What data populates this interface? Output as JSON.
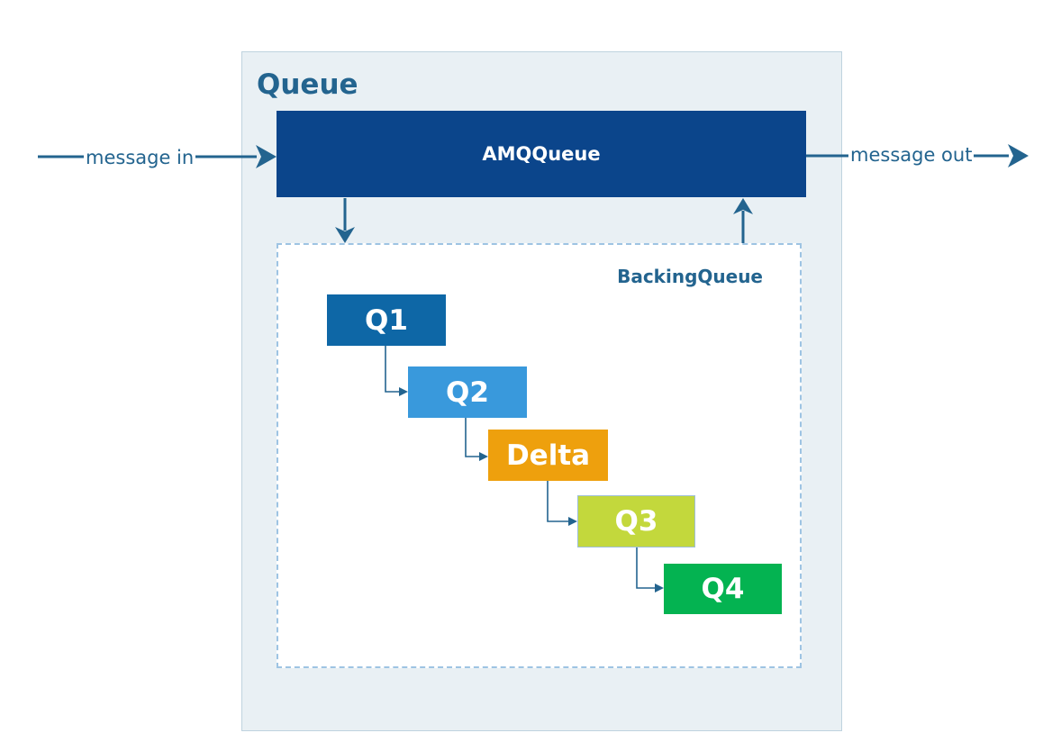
{
  "queue": {
    "title": "Queue"
  },
  "amq_queue": {
    "label": "AMQQueue"
  },
  "backing_queue": {
    "label": "BackingQueue"
  },
  "edges": {
    "message_in": "message in",
    "message_out": "message out"
  },
  "nodes": [
    {
      "label": "Q1"
    },
    {
      "label": "Q2"
    },
    {
      "label": "Delta"
    },
    {
      "label": "Q3"
    },
    {
      "label": "Q4"
    }
  ],
  "colors": {
    "accent": "#23648f",
    "amq_queue": "#0b458b",
    "q1": "#0e67a6",
    "q2": "#3999dc",
    "delta": "#eea00d",
    "q3": "#c3d83c",
    "q4": "#04b351",
    "queue_background": "#e9f0f4"
  }
}
